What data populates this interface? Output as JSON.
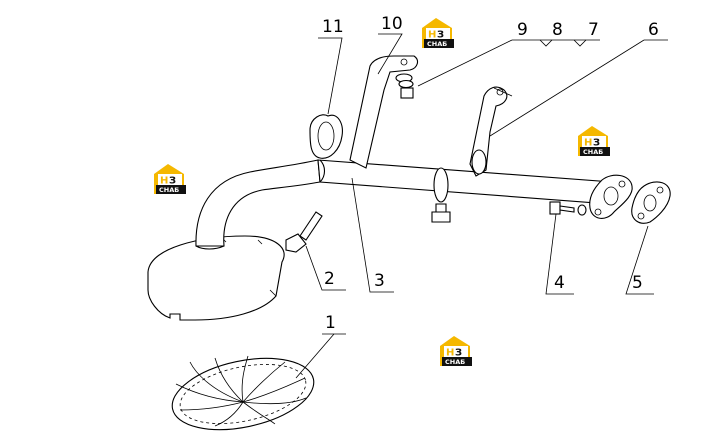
{
  "diagram": {
    "callouts": [
      {
        "id": "c1",
        "label": "1"
      },
      {
        "id": "c2",
        "label": "2"
      },
      {
        "id": "c3",
        "label": "3"
      },
      {
        "id": "c4",
        "label": "4"
      },
      {
        "id": "c5",
        "label": "5"
      },
      {
        "id": "c6",
        "label": "6"
      },
      {
        "id": "c7",
        "label": "7"
      },
      {
        "id": "c8",
        "label": "8"
      },
      {
        "id": "c9",
        "label": "9"
      },
      {
        "id": "c10",
        "label": "10"
      },
      {
        "id": "c11",
        "label": "11"
      }
    ],
    "watermark": {
      "letters_left": "Н",
      "letters_right": "З",
      "caption": "СНАБ",
      "colors": {
        "yellow": "#f5b800",
        "black": "#111111",
        "white": "#ffffff"
      }
    }
  }
}
